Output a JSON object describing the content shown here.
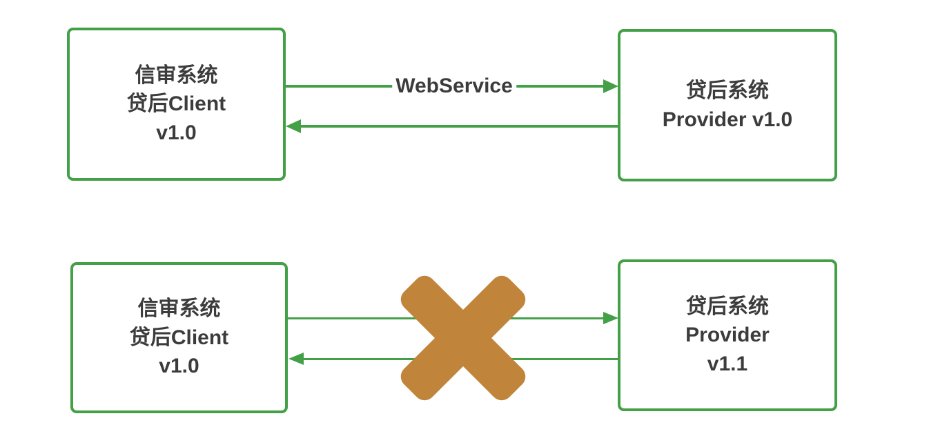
{
  "diagram": {
    "scenario_top": {
      "client_box_label": "信审系统\n贷后Client\nv1.0",
      "provider_box_label": "贷后系统\nProvider v1.0",
      "connector_label": "WebService"
    },
    "scenario_bottom": {
      "client_box_label": "信审系统\n贷后Client\nv1.0",
      "provider_box_label": "贷后系统\nProvider\nv1.1"
    },
    "colors": {
      "connector_green": "#43A047",
      "label_text_gray": "#3C3C3C",
      "blocked_cross_orange": "#C0853B",
      "background": "#FFFFFF"
    },
    "icons": {
      "blocked_cross": "x-cross-icon"
    }
  }
}
